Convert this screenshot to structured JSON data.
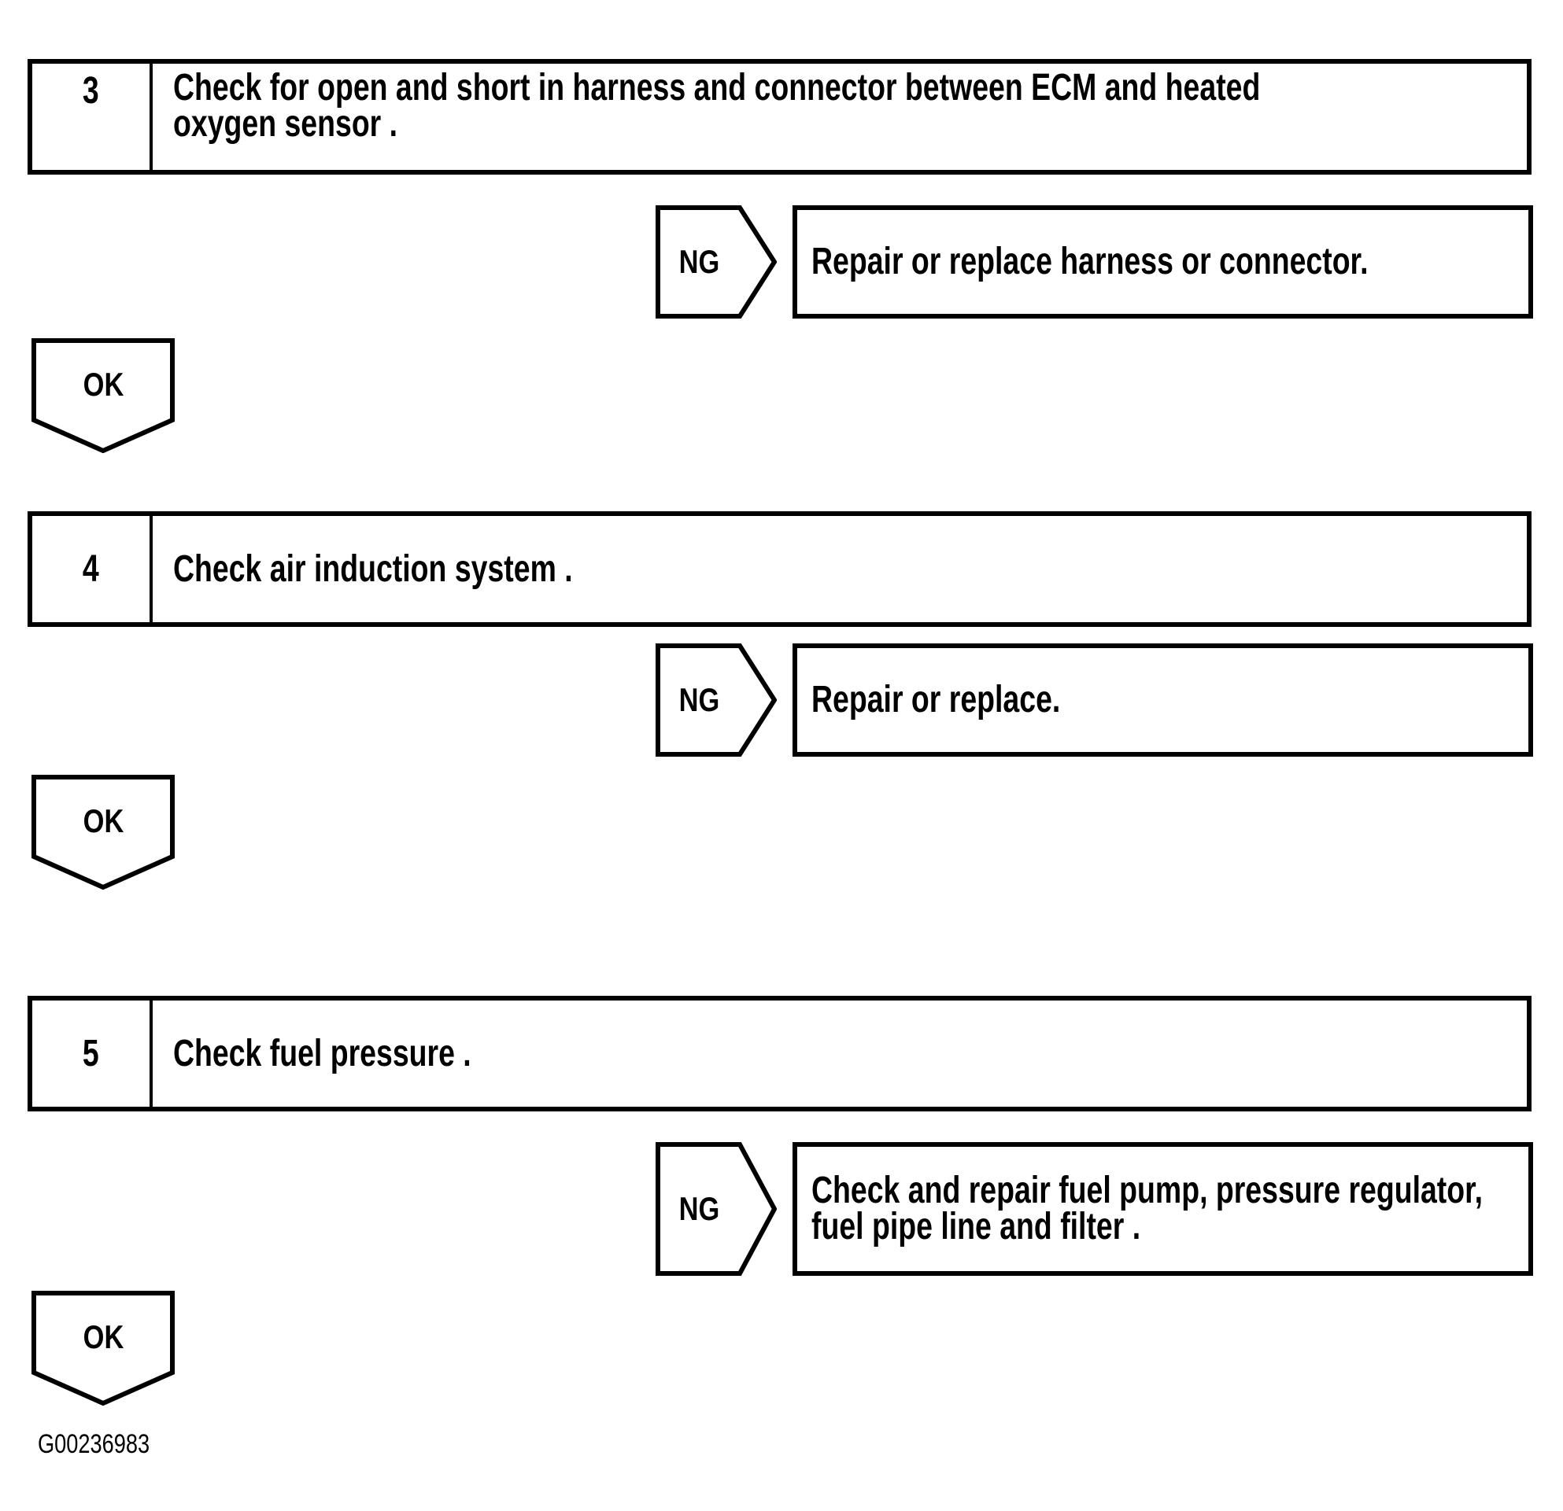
{
  "page": {
    "background": "#ffffff",
    "ink_color": "#000000",
    "figure_code": "G00236983"
  },
  "steps": [
    {
      "number": "3",
      "lines": [
        "Check for open and short in harness and connector between ECM and heated",
        "oxygen sensor ."
      ],
      "ng": {
        "label": "NG",
        "result_lines": [
          "Repair or replace harness or connector."
        ]
      },
      "ok": {
        "label": "OK"
      }
    },
    {
      "number": "4",
      "lines": [
        "Check air induction system ."
      ],
      "ng": {
        "label": "NG",
        "result_lines": [
          "Repair or replace."
        ]
      },
      "ok": {
        "label": "OK"
      }
    },
    {
      "number": "5",
      "lines": [
        "Check fuel pressure ."
      ],
      "ng": {
        "label": "NG",
        "result_lines": [
          "Check and repair fuel pump, pressure regulator,",
          "fuel pipe line and filter ."
        ]
      },
      "ok": {
        "label": "OK"
      }
    }
  ]
}
